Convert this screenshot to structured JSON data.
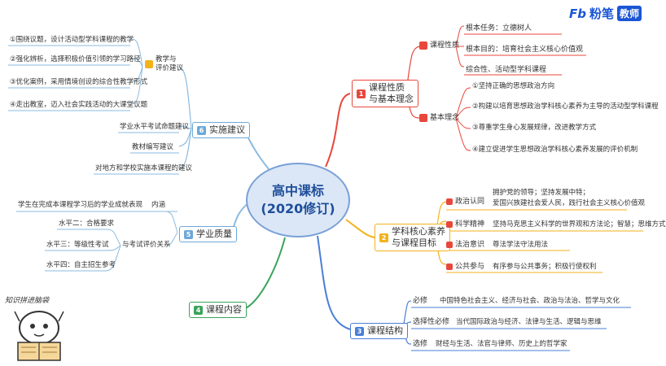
{
  "brand": {
    "logo_text": "Fb",
    "name": "粉笔",
    "badge": "教师"
  },
  "center": {
    "line1": "高中课标",
    "line2": "(2020修订)"
  },
  "branch1": {
    "num": "1",
    "title_line1": "课程性质",
    "title_line2": "与基本理念",
    "sub_nature": "课程性质",
    "nature_items": [
      "根本任务：立德树人",
      "根本目的：培育社会主义核心价值观",
      "综合性、活动型学科课程"
    ],
    "sub_concept": "基本理念",
    "concept_items": [
      "①坚持正确的思想政治方向",
      "②构建以培育思想政治学科核心素养为主导的活动型学科课程",
      "③尊重学生身心发展规律，改进教学方式",
      "④建立促进学生思想政治学科核心素养发展的评价机制"
    ]
  },
  "branch2": {
    "num": "2",
    "title_line1": "学科核心素养",
    "title_line2": "与课程目标",
    "rows": [
      {
        "label": "政治认同",
        "desc_line1": "拥护党的领导；坚持发展中特；",
        "desc_line2": "爱国兴族建社会爱人民，践行社会主义核心价值观"
      },
      {
        "label": "科学精神",
        "desc_line1": "坚持马克思主义科学的世界观和方法论；智慧；思维方式",
        "desc_line2": ""
      },
      {
        "label": "法治意识",
        "desc_line1": "尊法学法守法用法",
        "desc_line2": ""
      },
      {
        "label": "公共参与",
        "desc_line1": "有序参与公共事务；积极行使权利",
        "desc_line2": ""
      }
    ]
  },
  "branch3": {
    "num": "3",
    "title": "课程结构",
    "rows": [
      {
        "label": "必修",
        "desc": "中国特色社会主义、经济与社会、政治与法治、哲学与文化"
      },
      {
        "label": "选择性必修",
        "desc": "当代国际政治与经济、法律与生活、逻辑与思维"
      },
      {
        "label": "选修",
        "desc": "财经与生活、法官与律师、历史上的哲学家"
      }
    ]
  },
  "branch4": {
    "num": "4",
    "title": "课程内容"
  },
  "branch5": {
    "num": "5",
    "title": "学业质量",
    "top_line_left": "学生在完成本课程学习后的学业成就表现",
    "top_line_right": "内涵",
    "levels": [
      "水平二：合格要求",
      "水平三：等级性考试",
      "水平四：自主招生参考"
    ],
    "relation": "与考试评价关系"
  },
  "branch6": {
    "num": "6",
    "title": "实施建议",
    "sub_teach_line1": "教学与",
    "sub_teach_line2": "评价建议",
    "teach_items": [
      "①围绕议题，设计活动型学科课程的教学",
      "②强化辨析，选择积极价值引领的学习路径",
      "③优化案例，采用情境创设的综合性教学形式",
      "④走出教室，迈入社会实践活动的大课堂议题"
    ],
    "other_items": [
      "学业水平考试命题建议",
      "教材编写建议",
      "对地方和学校实施本课程的建议"
    ]
  },
  "sticker": {
    "title": "知识拼进脑袋"
  },
  "colors": {
    "branch1": "#e8473c",
    "branch2": "#f3b21b",
    "branch3": "#4a7fd4",
    "branch4": "#3aa45a",
    "branch5": "#6ea8d8",
    "branch6": "#6ea8d8",
    "line1": "#e8473c",
    "line2": "#f3b21b",
    "line3": "#4a7fd4",
    "line4": "#3aa45a",
    "line5": "#8bbbe0"
  }
}
